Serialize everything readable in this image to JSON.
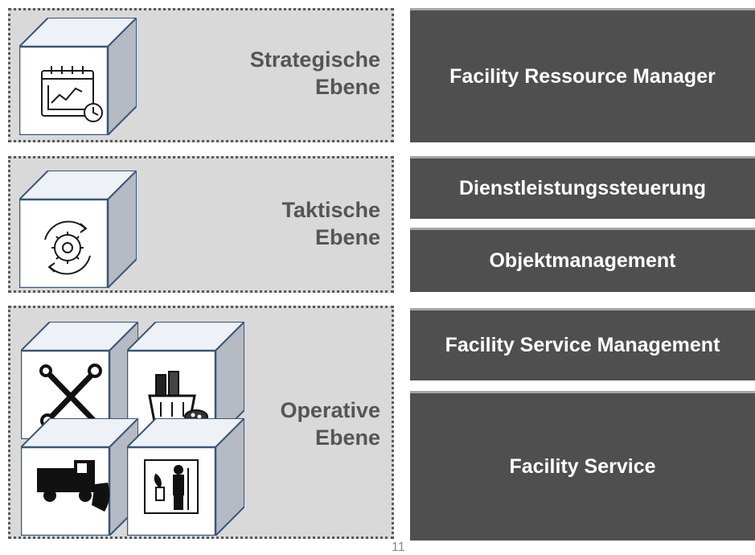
{
  "levels": [
    {
      "label_line1": "Strategische",
      "label_line2": "Ebene"
    },
    {
      "label_line1": "Taktische",
      "label_line2": "Ebene"
    },
    {
      "label_line1": "Operative",
      "label_line2": "Ebene"
    }
  ],
  "bars": [
    "Facility Ressource Manager",
    "Dienstleistungssteuerung",
    "Objektmanagement",
    "Facility Service Management",
    "Facility Service"
  ],
  "page_number": "11",
  "icons": {
    "strategic": "calendar-chart-icon",
    "tactical": "gear-cycle-icon",
    "operative": [
      "tools-icon",
      "cleaning-supplies-icon",
      "snowplow-truck-icon",
      "gardener-icon"
    ]
  },
  "colors": {
    "level_background": "#d9d9d9",
    "bar_background": "#4f4f4f",
    "label_text": "#555555"
  }
}
